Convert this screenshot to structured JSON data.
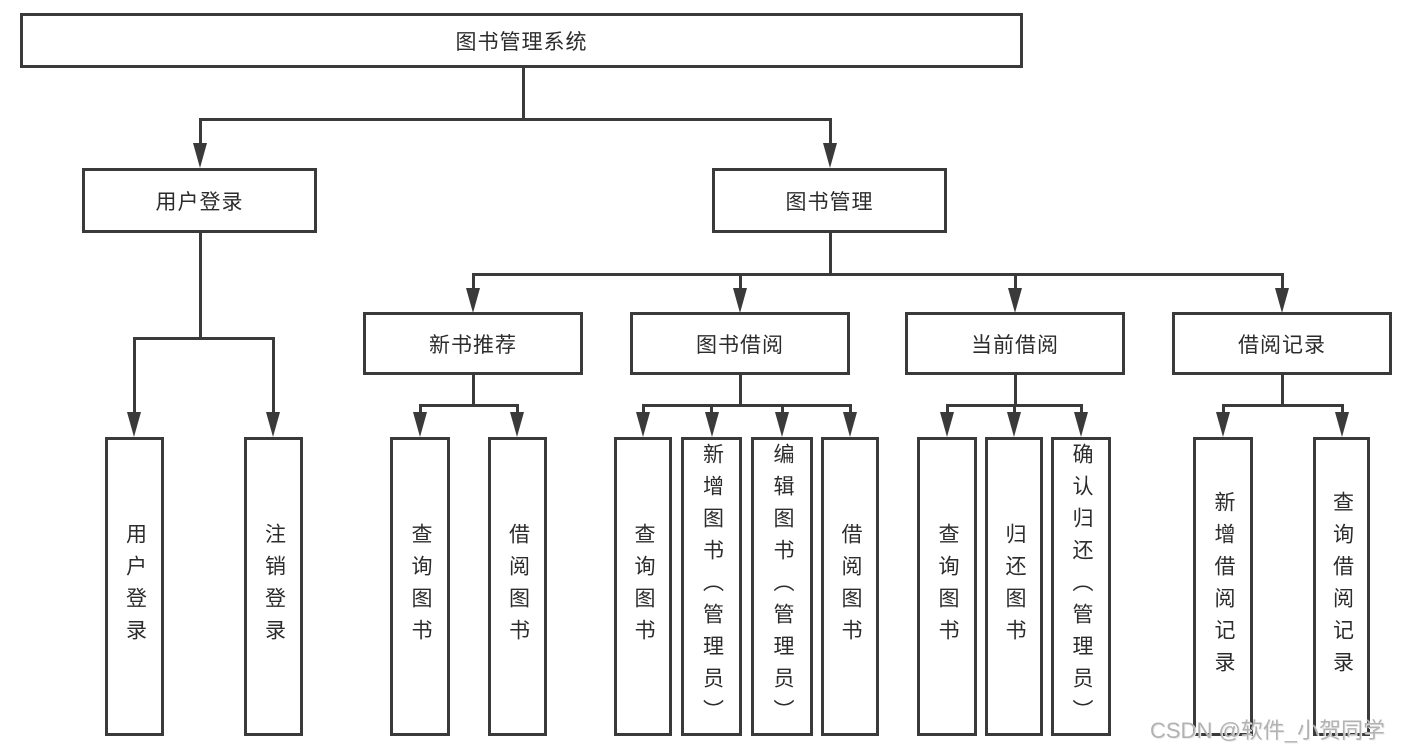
{
  "colors": {
    "line": "#3a3a3a",
    "text": "#2c2c2c",
    "watermark": "#b2b2b2",
    "background": "#ffffff"
  },
  "watermark": {
    "text": "CSDN @软件_小贺同学"
  },
  "tree": {
    "label": "图书管理系统",
    "children": [
      {
        "label": "用户登录",
        "children": [
          {
            "label": "用户登录"
          },
          {
            "label": "注销登录"
          }
        ]
      },
      {
        "label": "图书管理",
        "children": [
          {
            "label": "新书推荐",
            "children": [
              {
                "label": "查询图书"
              },
              {
                "label": "借阅图书"
              }
            ]
          },
          {
            "label": "图书借阅",
            "children": [
              {
                "label": "查询图书"
              },
              {
                "label": "新增图书（管理员）"
              },
              {
                "label": "编辑图书（管理员）"
              },
              {
                "label": "借阅图书"
              }
            ]
          },
          {
            "label": "当前借阅",
            "children": [
              {
                "label": "查询图书"
              },
              {
                "label": "归还图书"
              },
              {
                "label": "确认归还（管理员）"
              }
            ]
          },
          {
            "label": "借阅记录",
            "children": [
              {
                "label": "新增借阅记录"
              },
              {
                "label": "查询借阅记录"
              }
            ]
          }
        ]
      }
    ]
  }
}
